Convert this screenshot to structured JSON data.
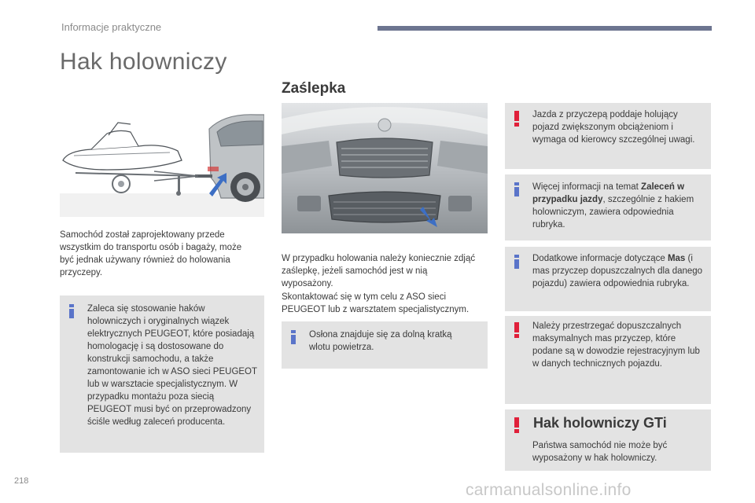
{
  "header": {
    "section": "Informacje praktyczne",
    "accent_color": "#6d7590"
  },
  "page_title": "Hak holowniczy",
  "subheading": "Zaślepka",
  "left": {
    "intro": "Samochód został zaprojektowany przede wszystkim do transportu osób i bagaży, może być jednak używany również do holowania przyczepy.",
    "info_box": "Zaleca się stosowanie haków holowniczych i oryginalnych wiązek elektrycznych PEUGEOT, które posiadają homologację i są dostosowane do konstrukcji samochodu, a także zamontowanie ich w ASO sieci PEUGEOT lub w warsztacie specjalistycznym. W przypadku montażu poza siecią PEUGEOT musi być on przeprowadzony ściśle według zaleceń producenta."
  },
  "middle": {
    "body1": "W przypadku holowania należy koniecznie zdjąć zaślepkę, jeżeli samochód jest w nią wyposażony.",
    "body2": "Skontaktować się w tym celu z ASO sieci PEUGEOT lub z warsztatem specjalistycznym.",
    "info_box": "Osłona znajduje się za dolną kratką wlotu powietrza."
  },
  "right": {
    "warn1": "Jazda z przyczepą poddaje holujący pojazd zwiększonym obciążeniom i wymaga od kierowcy szczególnej uwagi.",
    "info1_pre": "Więcej informacji na temat ",
    "info1_bold": "Zaleceń w przypadku jazdy",
    "info1_post": ", szczególnie z hakiem holowniczym, zawiera odpowiednia rubryka.",
    "info2_pre": "Dodatkowe informacje dotyczące ",
    "info2_bold": "Mas",
    "info2_post": " (i mas przyczep dopuszczalnych dla danego pojazdu) zawiera odpowiednia rubryka.",
    "warn2": "Należy przestrzegać dopuszczalnych maksymalnych mas przyczep, które podane są w dowodzie rejestracyjnym lub w danych technicznych pojazdu.",
    "gti_title": "Hak holowniczy GTi",
    "gti_text": "Państwa samochód nie może być wyposażony w hak holowniczy."
  },
  "page_number": "218",
  "watermark": "carmanualsonline.info",
  "colors": {
    "info_icon": "#5a74c9",
    "warning_icon": "#e0203a",
    "box_background": "#e3e3e3"
  },
  "icons": [
    "info-icon",
    "warning-icon",
    "arrow-icon"
  ]
}
